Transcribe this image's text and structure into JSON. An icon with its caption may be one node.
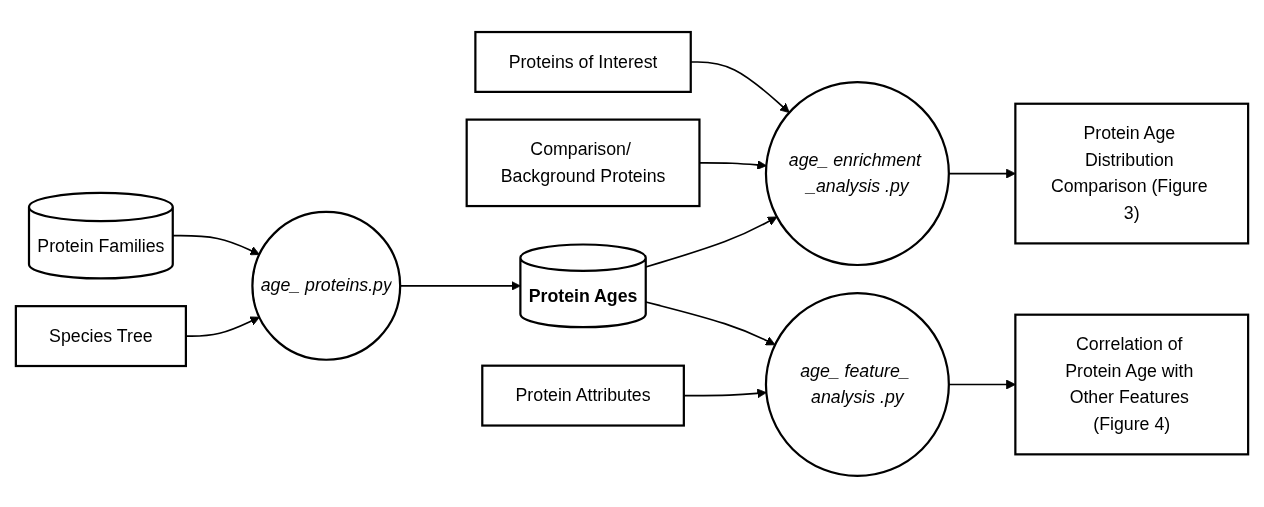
{
  "diagram": {
    "nodes": [
      {
        "text": [
          "Protein Families"
        ]
      },
      {
        "text": [
          "Species Tree"
        ]
      },
      {
        "text": [
          "age_ proteins.py"
        ]
      },
      {
        "text": [
          "Protein Ages"
        ]
      },
      {
        "text": [
          "Proteins of Interest"
        ]
      },
      {
        "text": [
          "Comparison/ Background Proteins"
        ]
      },
      {
        "text": [
          "age_ enrichment _analysis .py"
        ]
      },
      {
        "text": [
          "Protein Attributes"
        ]
      },
      {
        "text": [
          "age_ feature_ analysis .py"
        ]
      },
      {
        "text": [
          "Protein Age Distribution Comparison (Figure 3)"
        ]
      },
      {
        "text": [
          "Correlation of Protein Age with Other Features (Figure 4)"
        ]
      }
    ],
    "edges": [
      {
        "from": 0,
        "to": 2,
        "arrow": "to"
      },
      {
        "from": 1,
        "to": 2,
        "arrow": "to"
      },
      {
        "from": 2,
        "to": 3,
        "arrow": "to"
      },
      {
        "from": 4,
        "to": 6,
        "arrow": "to"
      },
      {
        "from": 5,
        "to": 6,
        "arrow": "to"
      },
      {
        "from": 3,
        "to": 6,
        "arrow": "to"
      },
      {
        "from": 3,
        "to": 8,
        "arrow": "to"
      },
      {
        "from": 7,
        "to": 8,
        "arrow": "to"
      },
      {
        "from": 6,
        "to": 9,
        "arrow": "to"
      },
      {
        "from": 8,
        "to": 10,
        "arrow": "to"
      }
    ]
  }
}
